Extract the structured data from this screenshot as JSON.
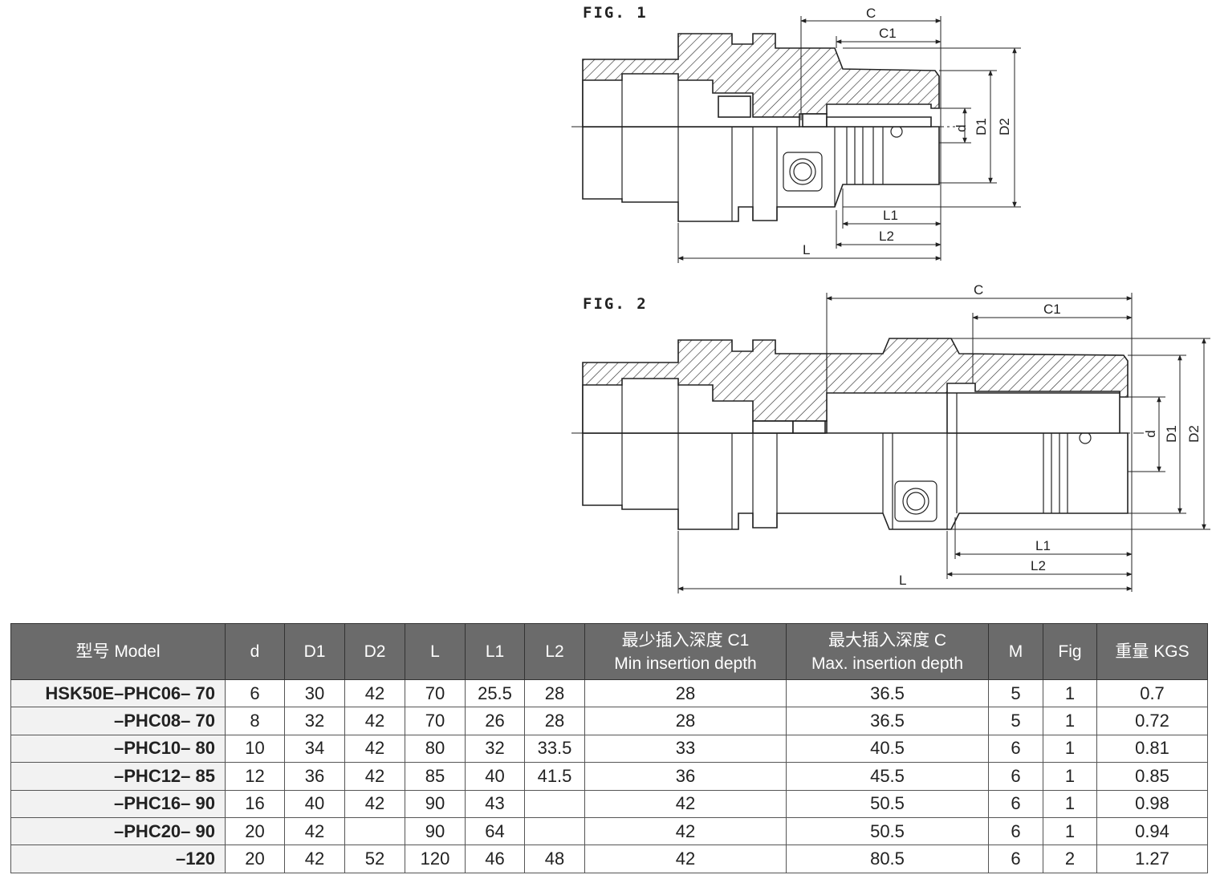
{
  "figures": {
    "fig1": {
      "label": "FIG. 1",
      "dims": {
        "C": "C",
        "C1": "C1",
        "d": "d",
        "D1": "D1",
        "D2": "D2",
        "L1": "L1",
        "L2": "L2",
        "L": "L"
      }
    },
    "fig2": {
      "label": "FIG. 2",
      "dims": {
        "C": "C",
        "C1": "C1",
        "d": "d",
        "D1": "D1",
        "D2": "D2",
        "L1": "L1",
        "L2": "L2",
        "L": "L"
      }
    }
  },
  "table": {
    "headers": [
      {
        "line1": "型号  Model",
        "line2": ""
      },
      {
        "line1": "d",
        "line2": ""
      },
      {
        "line1": "D1",
        "line2": ""
      },
      {
        "line1": "D2",
        "line2": ""
      },
      {
        "line1": "L",
        "line2": ""
      },
      {
        "line1": "L1",
        "line2": ""
      },
      {
        "line1": "L2",
        "line2": ""
      },
      {
        "line1": "最少插入深度 C1",
        "line2": "Min insertion depth"
      },
      {
        "line1": "最大插入深度 C",
        "line2": "Max. insertion depth"
      },
      {
        "line1": "M",
        "line2": ""
      },
      {
        "line1": "Fig",
        "line2": ""
      },
      {
        "line1": "重量 KGS",
        "line2": ""
      }
    ],
    "rows": [
      [
        "HSK50E–PHC06– 70",
        "6",
        "30",
        "42",
        "70",
        "25.5",
        "28",
        "28",
        "36.5",
        "5",
        "1",
        "0.7"
      ],
      [
        "–PHC08– 70",
        "8",
        "32",
        "42",
        "70",
        "26",
        "28",
        "28",
        "36.5",
        "5",
        "1",
        "0.72"
      ],
      [
        "–PHC10– 80",
        "10",
        "34",
        "42",
        "80",
        "32",
        "33.5",
        "33",
        "40.5",
        "6",
        "1",
        "0.81"
      ],
      [
        "–PHC12– 85",
        "12",
        "36",
        "42",
        "85",
        "40",
        "41.5",
        "36",
        "45.5",
        "6",
        "1",
        "0.85"
      ],
      [
        "–PHC16– 90",
        "16",
        "40",
        "42",
        "90",
        "43",
        "",
        "42",
        "50.5",
        "6",
        "1",
        "0.98"
      ],
      [
        "–PHC20– 90",
        "20",
        "42",
        "",
        "90",
        "64",
        "",
        "42",
        "50.5",
        "6",
        "1",
        "0.94"
      ],
      [
        "–120",
        "20",
        "42",
        "52",
        "120",
        "46",
        "48",
        "42",
        "80.5",
        "6",
        "2",
        "1.27"
      ]
    ]
  }
}
